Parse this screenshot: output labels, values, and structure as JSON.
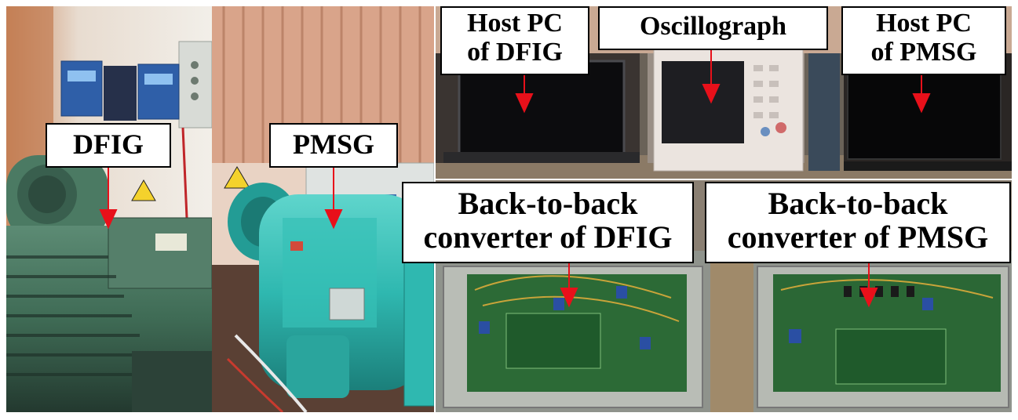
{
  "figure": {
    "labels": {
      "dfig": "DFIG",
      "pmsg": "PMSG",
      "host_pc_dfig_line1": "Host PC",
      "host_pc_dfig_line2": "of DFIG",
      "oscillograph": "Oscillograph",
      "host_pc_pmsg_line1": "Host PC",
      "host_pc_pmsg_line2": "of PMSG",
      "converter_dfig_line1": "Back-to-back",
      "converter_dfig_line2": "converter of DFIG",
      "converter_pmsg_line1": "Back-to-back",
      "converter_pmsg_line2": "converter of PMSG"
    },
    "colors": {
      "arrow": "#e8101a",
      "label_border": "#000000",
      "label_fill": "#ffffff",
      "motor_green": "#3f6b55",
      "motor_teal": "#2fb8b0",
      "curtain": "#d9a48a"
    }
  }
}
